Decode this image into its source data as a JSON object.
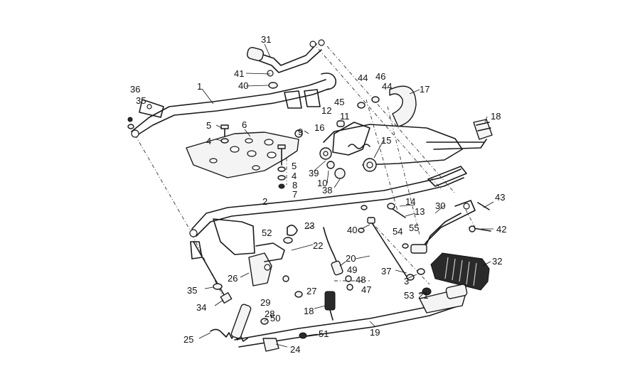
{
  "diagram": {
    "callouts": [
      "1",
      "2",
      "3",
      "4",
      "4",
      "5",
      "5",
      "6",
      "7",
      "8",
      "9",
      "10",
      "11",
      "12",
      "13",
      "14",
      "15",
      "16",
      "17",
      "18",
      "18",
      "19",
      "20",
      "21",
      "22",
      "23",
      "24",
      "25",
      "26",
      "27",
      "28",
      "29",
      "30",
      "31",
      "32",
      "34",
      "35",
      "35",
      "36",
      "37",
      "38",
      "39",
      "40",
      "40",
      "41",
      "42",
      "43",
      "44",
      "44",
      "45",
      "46",
      "47",
      "48",
      "49",
      "50",
      "51",
      "52",
      "53",
      "54",
      "55"
    ]
  }
}
